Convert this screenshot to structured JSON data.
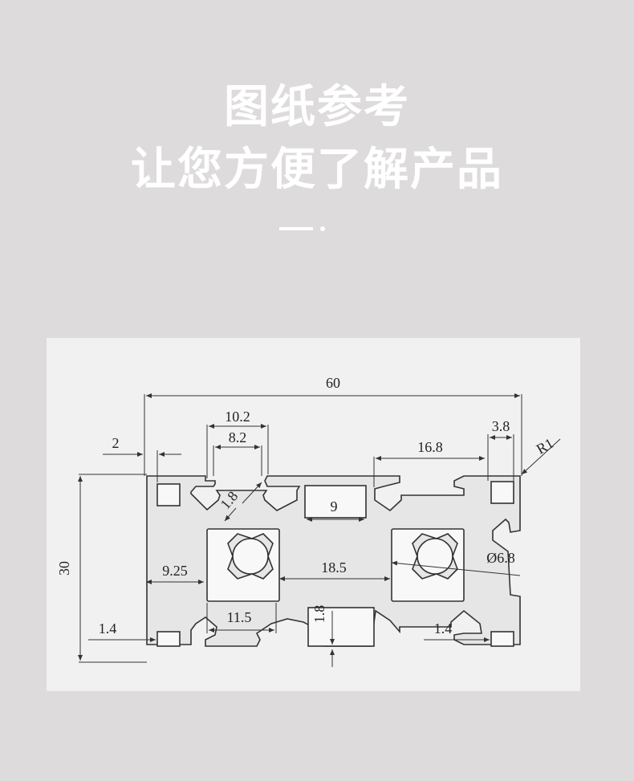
{
  "heading": {
    "line1": "图纸参考",
    "line2": "让您方便了解产品"
  },
  "drawing": {
    "dimensions": {
      "overall_width": "60",
      "overall_height": "30",
      "slot_outer": "10.2",
      "slot_inner": "8.2",
      "lip": "2",
      "wall_diag": "1.8",
      "center_slot": "9",
      "corner_width": "3.8",
      "radius": "R1",
      "offset": "16.8",
      "core_offset": "9.25",
      "core_pitch": "18.5",
      "bore": "Ø6.8",
      "core_width": "11.5",
      "bottom_wall": "1.8",
      "hole_left": "1.4",
      "hole_right": "1.4"
    },
    "colors": {
      "profile_fill": "#e6e6e6",
      "line": "#333333",
      "paper": "#f1f1f1"
    }
  }
}
